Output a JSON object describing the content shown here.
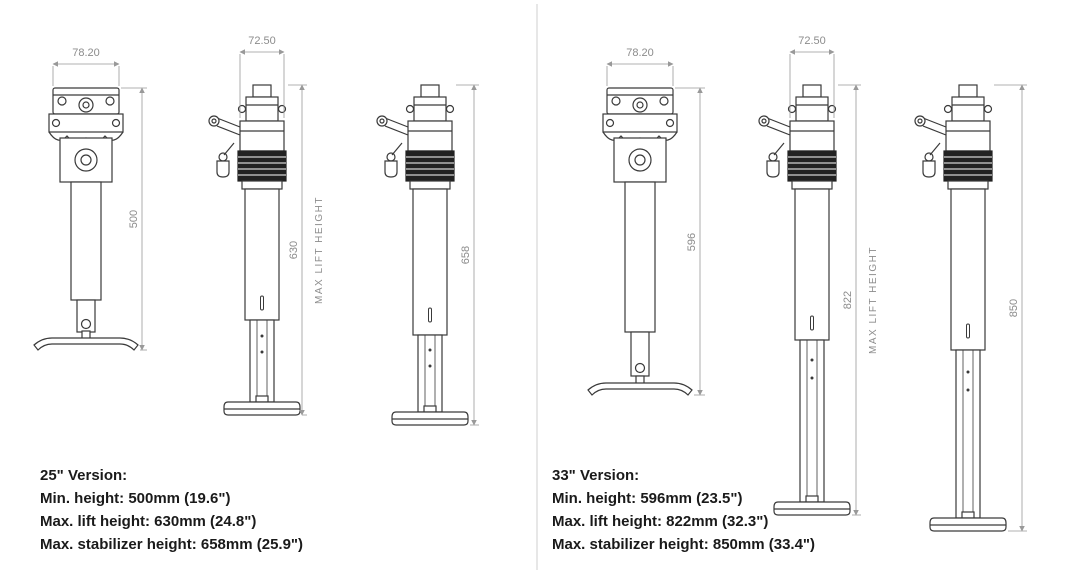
{
  "page": {
    "background": "#ffffff",
    "line_color": "#3a3a3a",
    "dim_color": "#999999",
    "divider_color": "#cfcfcf"
  },
  "left": {
    "version_title": "25\" Version:",
    "specs": [
      "Min. height: 500mm (19.6\")",
      "Max. lift height: 630mm (24.8\")",
      "Max. stabilizer height: 658mm (25.9\")"
    ],
    "dims": {
      "front_width": "78.20",
      "side_width": "72.50",
      "min_height": "500",
      "lift_height": "630",
      "stabilizer_height": "658",
      "max_lift_label": "MAX LIFT HEIGHT"
    }
  },
  "right": {
    "version_title": "33\" Version:",
    "specs": [
      "Min. height: 596mm (23.5\")",
      "Max. lift height: 822mm (32.3\")",
      "Max. stabilizer height: 850mm (33.4\")"
    ],
    "dims": {
      "front_width": "78.20",
      "side_width": "72.50",
      "min_height": "596",
      "lift_height": "822",
      "stabilizer_height": "850",
      "max_lift_label": "MAX LIFT HEIGHT"
    }
  }
}
